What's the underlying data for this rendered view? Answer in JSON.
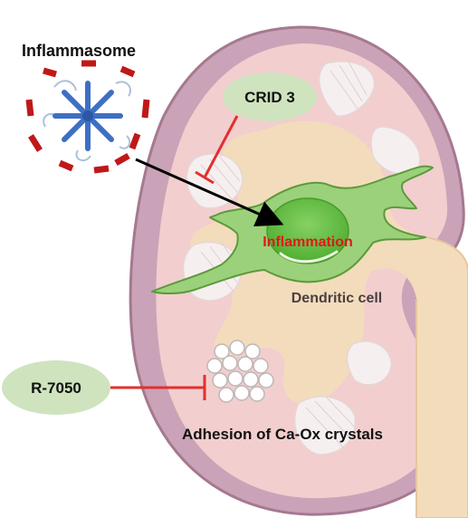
{
  "labels": {
    "inflammasome": "Inflammasome",
    "crid3": "CRID 3",
    "inflammation": "Inflammation",
    "dendritic_cell": "Dendritic cell",
    "r7050": "R-7050",
    "adhesion": "Adhesion of Ca-Ox crystals"
  },
  "colors": {
    "kidney_outer": "#caa3b8",
    "kidney_border": "#a57990",
    "cortex": "#f2cece",
    "medulla_tan": "#f3dcbc",
    "pyramid": "#f6efef",
    "dendritic_cell": "#9bd17a",
    "dendritic_nucleus": "#5dbb3e",
    "inhibitor_pill": "#cfe3bf",
    "inhibitor_line": "#e03030",
    "inflammation_text": "#e01818",
    "inflammasome_blue": "#3d6fc4",
    "inflammasome_red": "#c01818",
    "arrow": "#000000"
  }
}
